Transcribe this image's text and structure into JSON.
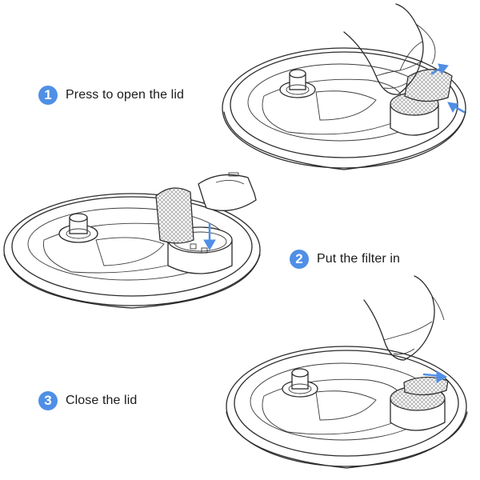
{
  "steps": [
    {
      "number": "1",
      "label": "Press to open the lid"
    },
    {
      "number": "2",
      "label": "Put the filter in"
    },
    {
      "number": "3",
      "label": "Close the lid"
    }
  ],
  "colors": {
    "accent": "#4f8fe6",
    "line": "#2b2b2b"
  }
}
